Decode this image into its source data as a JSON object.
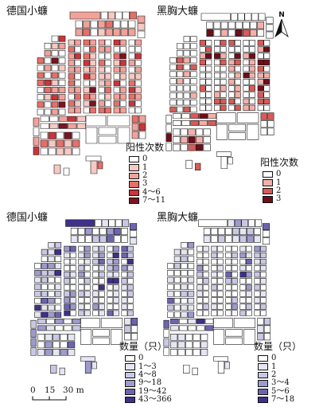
{
  "figure": {
    "north_arrow": "N",
    "scale_bar": {
      "ticks": [
        "0",
        "15",
        "30 m"
      ]
    }
  },
  "panels": [
    {
      "title": "德国小蠊",
      "legend": {
        "title": "阳性次数",
        "classes": [
          {
            "label": "0",
            "color": "#ffffff"
          },
          {
            "label": "1",
            "color": "#f6c9c3"
          },
          {
            "label": "2",
            "color": "#f0a29b"
          },
          {
            "label": "3",
            "color": "#e4706a"
          },
          {
            "label": "4～6",
            "color": "#c6363b"
          },
          {
            "label": "7～11",
            "color": "#7c1421"
          }
        ]
      }
    },
    {
      "title": "黑胸大蠊",
      "legend": {
        "title": "阳性次数",
        "classes": [
          {
            "label": "0",
            "color": "#ffffff"
          },
          {
            "label": "1",
            "color": "#f3b0a9"
          },
          {
            "label": "2",
            "color": "#d75b58"
          },
          {
            "label": "3",
            "color": "#6e0e1b"
          }
        ]
      }
    },
    {
      "title": "德国小蠊",
      "legend": {
        "title": "数量（只）",
        "classes": [
          {
            "label": "0",
            "color": "#ffffff"
          },
          {
            "label": "1～3",
            "color": "#e6e6f2"
          },
          {
            "label": "4～8",
            "color": "#c9c8e4"
          },
          {
            "label": "9～18",
            "color": "#9d9acc"
          },
          {
            "label": "19～42",
            "color": "#6c64ae"
          },
          {
            "label": "43～366",
            "color": "#40308b"
          }
        ]
      }
    },
    {
      "title": "黑胸大蠊",
      "legend": {
        "title": "数量（只）",
        "classes": [
          {
            "label": "0",
            "color": "#ffffff"
          },
          {
            "label": "1",
            "color": "#e6e6f2"
          },
          {
            "label": "2",
            "color": "#c9c8e4"
          },
          {
            "label": "3～4",
            "color": "#9d9acc"
          },
          {
            "label": "5～6",
            "color": "#6c64ae"
          },
          {
            "label": "7～18",
            "color": "#40308b"
          }
        ]
      }
    }
  ]
}
